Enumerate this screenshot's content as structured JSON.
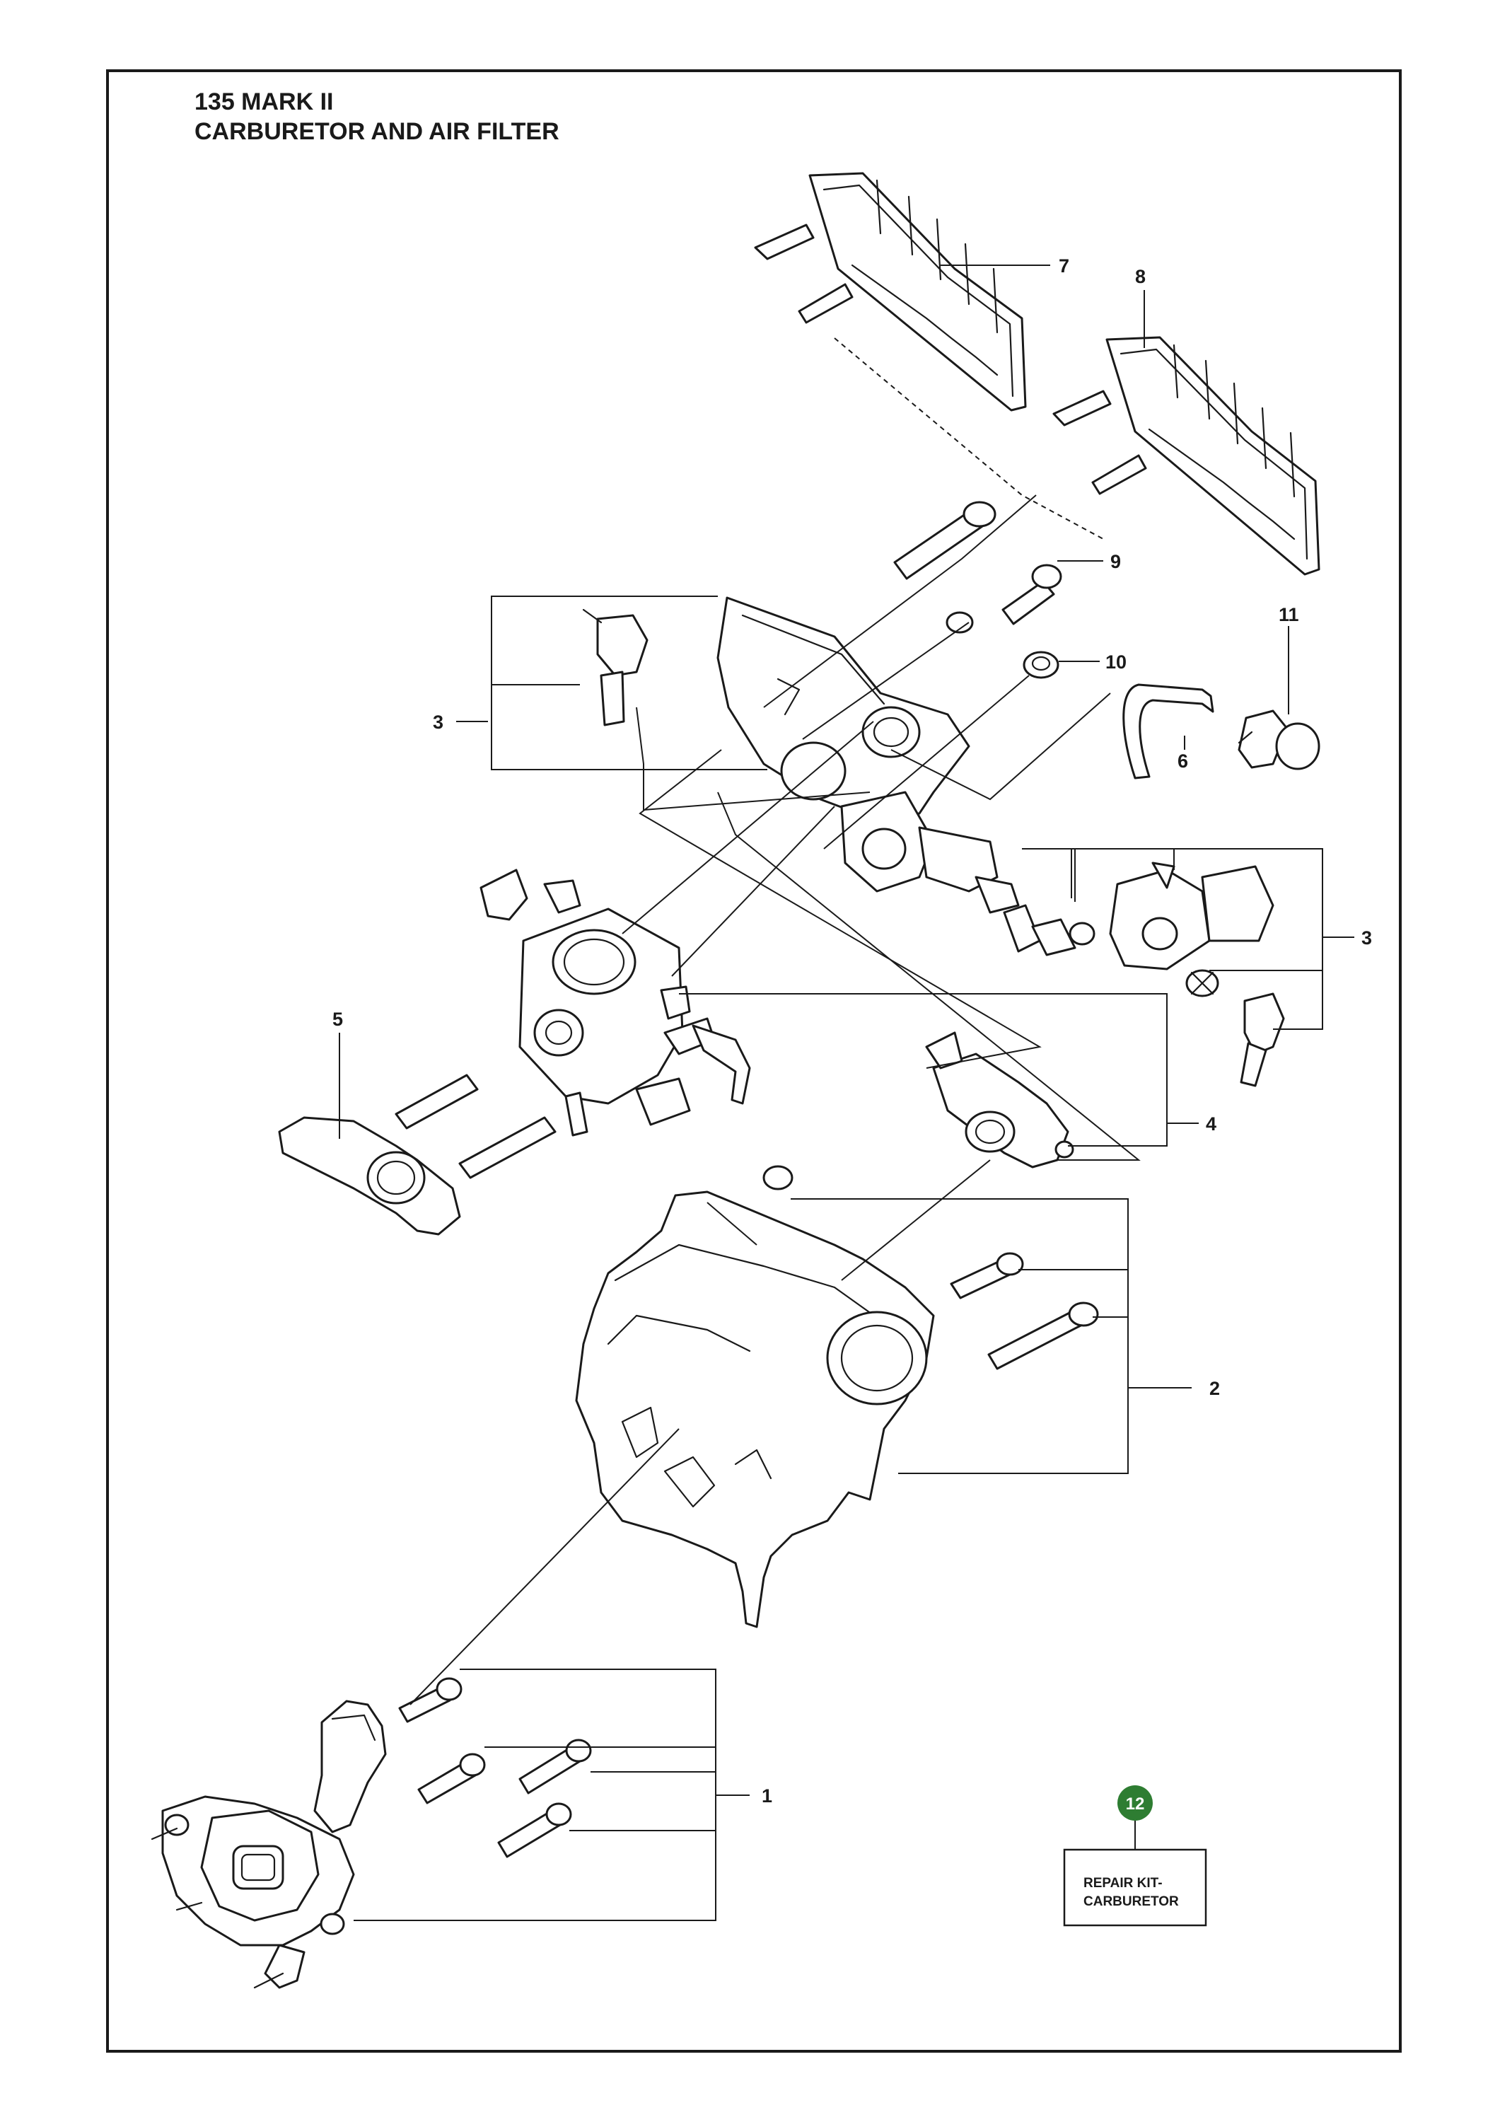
{
  "title": {
    "line1": "135 MARK II",
    "line2": "CARBURETOR AND AIR FILTER"
  },
  "callouts": {
    "c1": "1",
    "c2": "2",
    "c3_left": "3",
    "c3_right": "3",
    "c4": "4",
    "c5": "5",
    "c6": "6",
    "c7": "7",
    "c8": "8",
    "c9": "9",
    "c10": "10",
    "c11": "11"
  },
  "repair_kit": {
    "badge_number": "12",
    "label_line1": "REPAIR KIT-",
    "label_line2": "CARBURETOR"
  },
  "colors": {
    "badge": "#2e7d32",
    "ink": "#1a1a1a",
    "background": "#ffffff"
  }
}
